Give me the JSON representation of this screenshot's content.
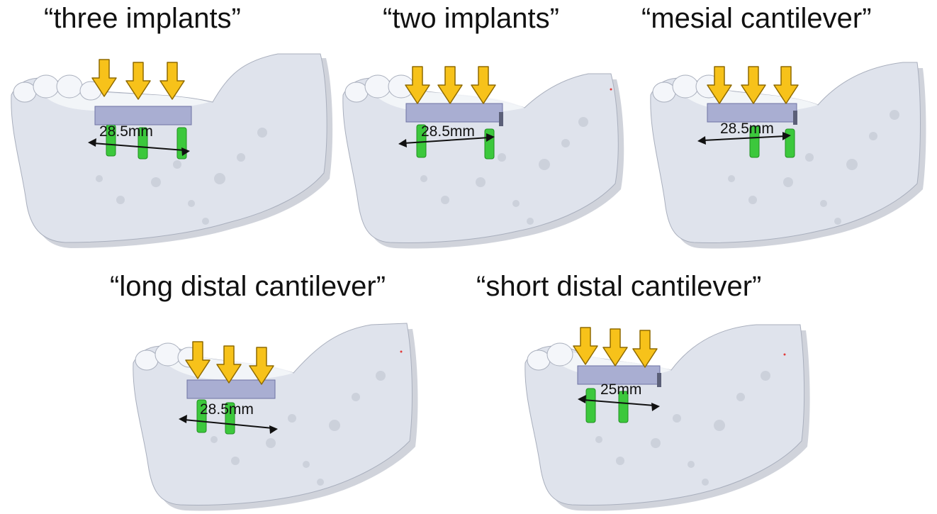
{
  "panels": [
    {
      "key": "p1",
      "title": "“three implants”",
      "measurement": "28.5mm",
      "implants": 3
    },
    {
      "key": "p2",
      "title": "“two implants”",
      "measurement": "28.5mm",
      "implants": 2
    },
    {
      "key": "p3",
      "title": "“mesial cantilever”",
      "measurement": "28.5mm",
      "implants": 2
    },
    {
      "key": "p4",
      "title": "“long distal cantilever”",
      "measurement": "28.5mm",
      "implants": 2
    },
    {
      "key": "p5",
      "title": "“short distal cantilever”",
      "measurement": "25mm",
      "implants": 2
    }
  ],
  "colors": {
    "bone": "#dfe3ec",
    "bone_shadow": "#a9afbd",
    "bone_highlight": "#f4f6fa",
    "prosthesis": "#a9aed2",
    "prosthesis_edge": "#6e73a3",
    "implant": "#3cc83c",
    "implant_dark": "#1f8f1f",
    "load_arrow": "#f7c21a",
    "load_arrow_edge": "#8f6a00",
    "dimension_line": "#111111",
    "marker_dot": "#e23a3a"
  },
  "icons": {
    "load": "down-arrow-icon",
    "dimension": "double-headed-arrow-icon"
  }
}
